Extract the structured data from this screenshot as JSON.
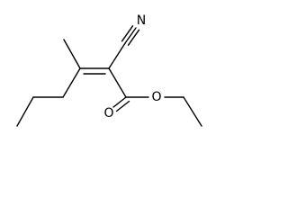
{
  "molecule": {
    "atom_labels": {
      "nitrogen": "N",
      "carbonyl_oxygen": "O",
      "ester_oxygen": "O"
    },
    "colors": {
      "bond": "#000000",
      "label": "#000000",
      "background": "#ffffff"
    }
  }
}
